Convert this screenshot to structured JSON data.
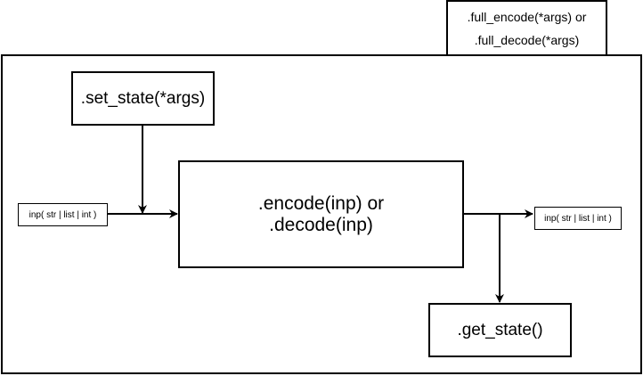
{
  "diagram": {
    "full_method": {
      "line1": ".full_encode(*args) or",
      "line2": ".full_decode(*args)"
    },
    "set_state": ".set_state(*args)",
    "encode_decode": {
      "line1": ".encode(inp) or",
      "line2": ".decode(inp)"
    },
    "get_state": ".get_state()",
    "input_label": "inp( str | list | int )",
    "output_label": "inp( str | list | int )"
  }
}
